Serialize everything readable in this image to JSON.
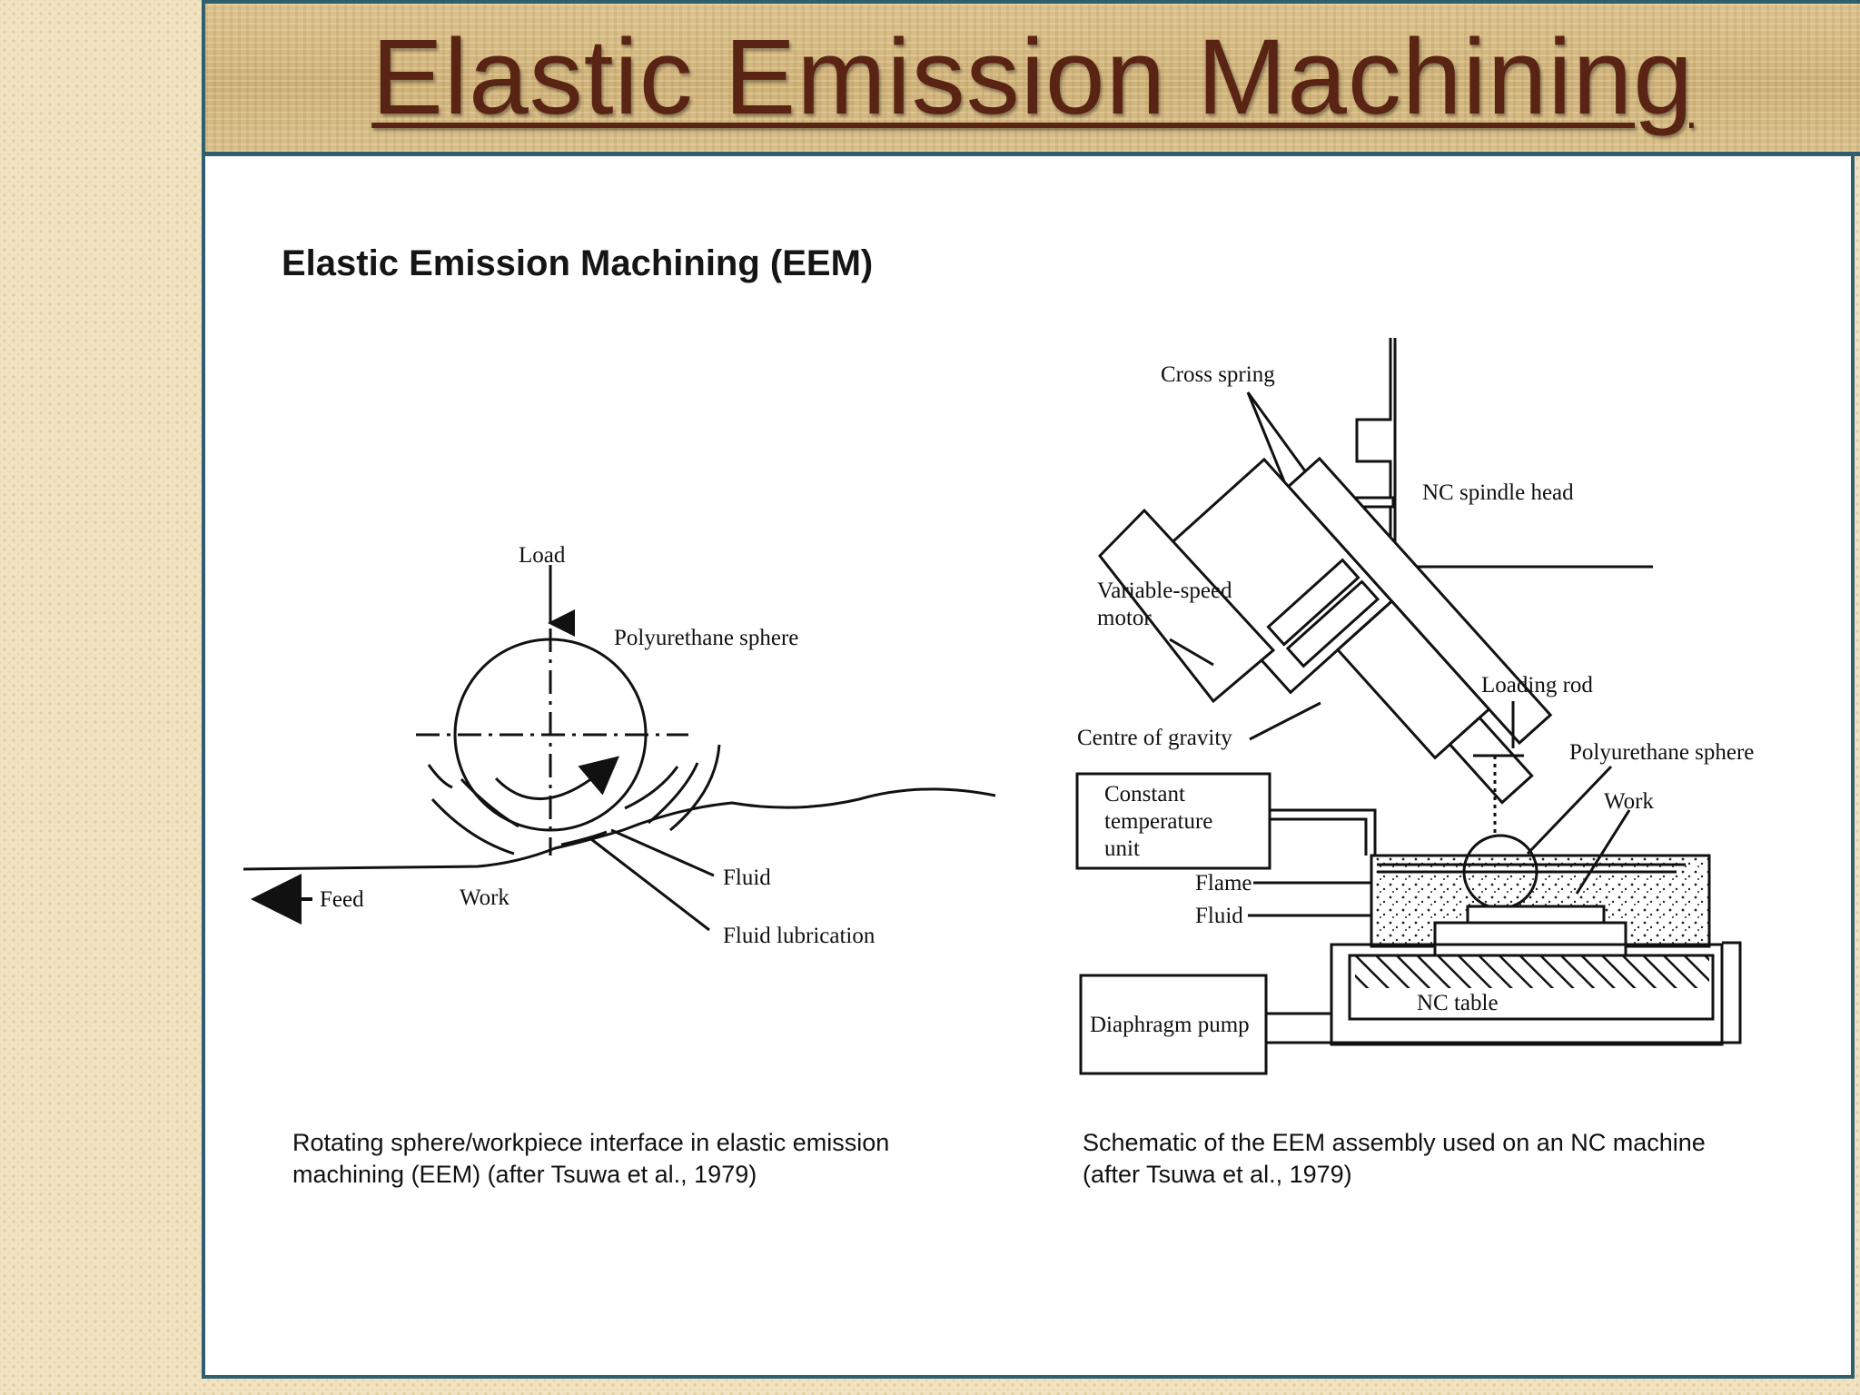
{
  "slide": {
    "title": "Elastic Emission Machining"
  },
  "figure": {
    "heading": "Elastic Emission Machining (EEM)"
  },
  "left_diagram": {
    "labels": {
      "load": "Load",
      "sphere": "Polyurethane sphere",
      "fluid": "Fluid",
      "fluid_lubrication": "Fluid lubrication",
      "feed": "Feed",
      "work": "Work"
    },
    "caption": "Rotating sphere/workpiece interface in elastic emission machining (EEM) (after Tsuwa et al., 1979)"
  },
  "right_diagram": {
    "labels": {
      "cross_spring": "Cross spring",
      "nc_spindle_head": "NC spindle head",
      "motor_line1": "Variable-speed",
      "motor_line2": "motor",
      "loading_rod": "Loading rod",
      "centre_of_gravity": "Centre of gravity",
      "polyurethane_sphere": "Polyurethane sphere",
      "work": "Work",
      "constant_line1": "Constant",
      "constant_line2": "temperature",
      "constant_line3": "unit",
      "flame": "Flame",
      "fluid": "Fluid",
      "nc_table": "NC table",
      "diaphragm_pump": "Diaphragm pump"
    },
    "caption": "Schematic of the EEM assembly used on an NC machine (after Tsuwa et al., 1979)"
  },
  "colors": {
    "title_text": "#5a2415",
    "frame": "#2f5f6e",
    "band": "#d6bb83",
    "background": "#f1e3c2"
  }
}
